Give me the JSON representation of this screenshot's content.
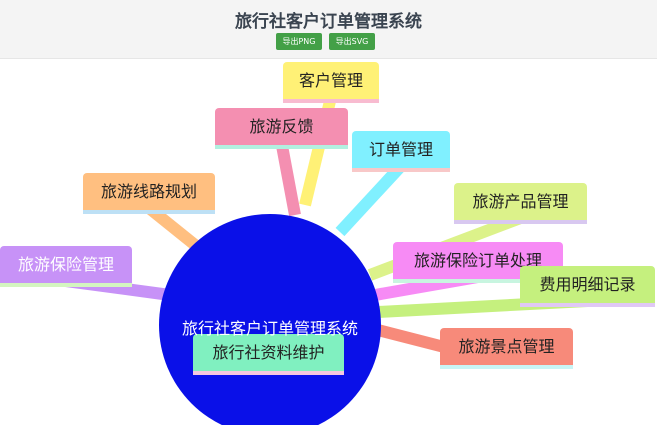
{
  "header": {
    "title": "旅行社客户订单管理系统",
    "export_png": "导出PNG",
    "export_svg": "导出SVG"
  },
  "mindmap": {
    "root": {
      "label": "旅行社客户订单管理系统",
      "color": "#0a10e8"
    },
    "nodes": [
      {
        "label": "客户管理",
        "color": "#fff176",
        "border": "#f8bbd0"
      },
      {
        "label": "旅游反馈",
        "color": "#f48fb1",
        "border": "#b2f0e0"
      },
      {
        "label": "订单管理",
        "color": "#80f0ff",
        "border": "#f8c8c8"
      },
      {
        "label": "旅游线路规划",
        "color": "#ffbf80",
        "border": "#bde0f5"
      },
      {
        "label": "旅游保险管理",
        "color": "#c792f7",
        "border": "#d4f5c0"
      },
      {
        "label": "旅游产品管理",
        "color": "#dcf28a",
        "border": "#d8c8f0"
      },
      {
        "label": "旅游保险订单处理",
        "color": "#f78bf5",
        "border": "#c8f5e0"
      },
      {
        "label": "费用明细记录",
        "color": "#c5f07e",
        "border": "#e0c8f5"
      },
      {
        "label": "旅游景点管理",
        "color": "#f78a7a",
        "border": "#c8f5f5"
      },
      {
        "label": "旅行社资料维护",
        "color": "#80f0c0",
        "border": "#f5c8e0"
      }
    ]
  }
}
